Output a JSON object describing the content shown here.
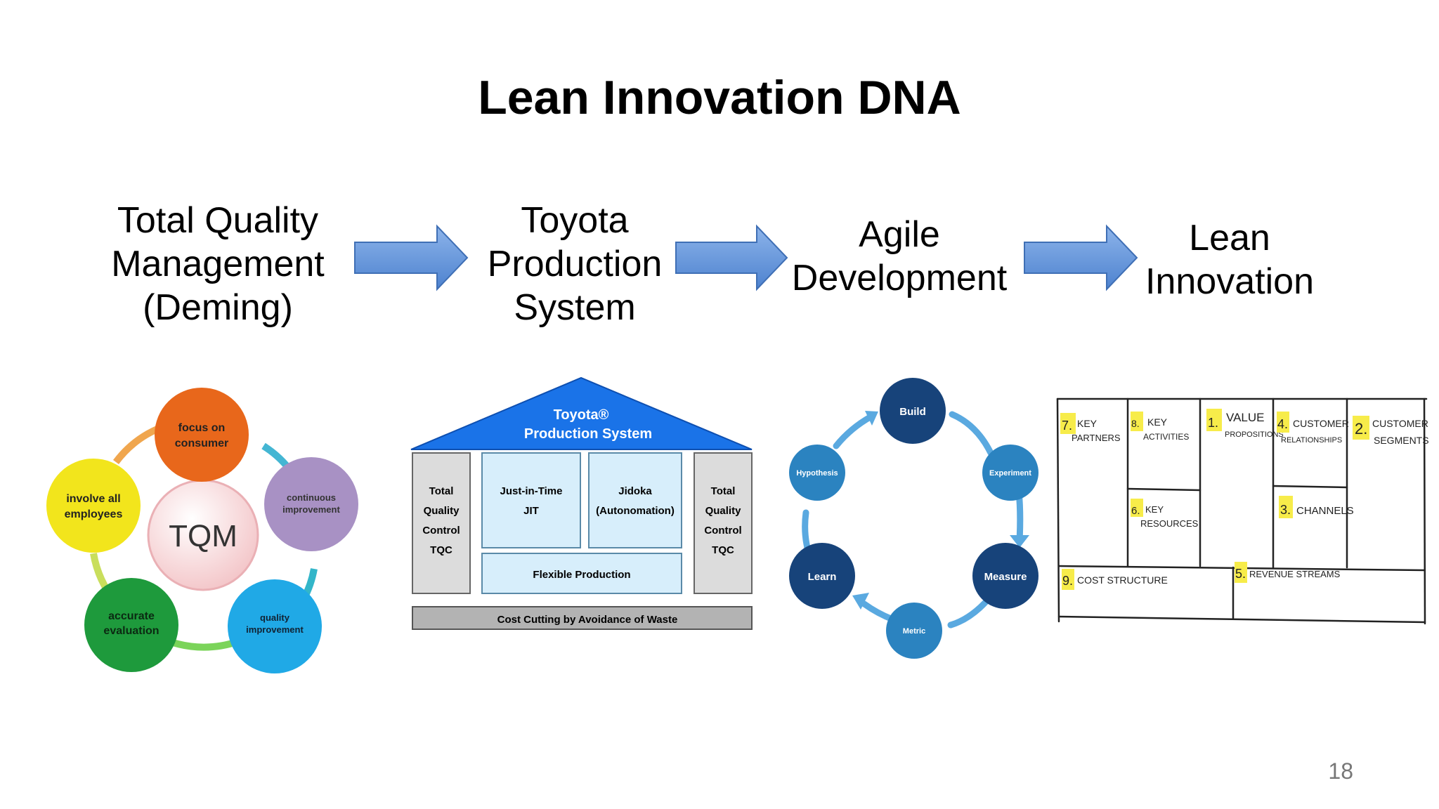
{
  "slide": {
    "title": "Lean Innovation DNA",
    "page_number": "18"
  },
  "stages": [
    {
      "lines": [
        "Total Quality",
        "Management",
        "(Deming)"
      ]
    },
    {
      "lines": [
        "Toyota",
        "Production",
        "System"
      ]
    },
    {
      "lines": [
        "Agile",
        "Development"
      ]
    },
    {
      "lines": [
        "Lean",
        "Innovation"
      ]
    }
  ],
  "tqm": {
    "center": "TQM",
    "nodes": [
      {
        "lines": [
          "focus on",
          "consumer"
        ],
        "color": "#e8671b"
      },
      {
        "lines": [
          "continuous",
          "improvement"
        ],
        "color": "#a891c4"
      },
      {
        "lines": [
          "quality",
          "improvement"
        ],
        "color": "#20a9e6"
      },
      {
        "lines": [
          "accurate",
          "evaluation"
        ],
        "color": "#1e9a3c"
      },
      {
        "lines": [
          "involve all",
          "employees"
        ],
        "color": "#f2e51c"
      }
    ]
  },
  "tps": {
    "roof": [
      "Toyota®",
      "Production System"
    ],
    "left_pillar": [
      "Total",
      "Quality",
      "Control",
      "TQC"
    ],
    "right_pillar": [
      "Total",
      "Quality",
      "Control",
      "TQC"
    ],
    "jit": [
      "Just-in-Time",
      "JIT"
    ],
    "jidoka": [
      "Jidoka",
      "(Autonomation)"
    ],
    "flexible": "Flexible Production",
    "base": "Cost Cutting by Avoidance of Waste",
    "roof_color": "#1a73e8"
  },
  "agile": {
    "nodes": [
      "Build",
      "Experiment",
      "Measure",
      "Metric",
      "Learn",
      "Hypothesis"
    ],
    "dark_color": "#17437a",
    "light_color": "#2b83c0"
  },
  "canvas": {
    "cells": [
      {
        "num": "7.",
        "lines": [
          "KEY",
          "PARTNERS"
        ]
      },
      {
        "num": "8.",
        "lines": [
          "KEY",
          "ACTIVITIES"
        ]
      },
      {
        "num": "1.",
        "lines": [
          "VALUE",
          "PROPOSITIONS"
        ]
      },
      {
        "num": "4.",
        "lines": [
          "CUSTOMER",
          "RELATIONSHIPS"
        ]
      },
      {
        "num": "2.",
        "lines": [
          "CUSTOMER",
          "SEGMENTS"
        ]
      },
      {
        "num": "6.",
        "lines": [
          "KEY",
          "RESOURCES"
        ]
      },
      {
        "num": "3.",
        "lines": [
          "CHANNELS"
        ]
      },
      {
        "num": "9.",
        "lines": [
          "COST STRUCTURE"
        ]
      },
      {
        "num": "5.",
        "lines": [
          "REVENUE STREAMS"
        ]
      }
    ],
    "highlight_color": "#f7ec4a"
  },
  "colors": {
    "arrow_fill": "#5a8fd6",
    "arrow_stroke": "#3f6fb5"
  }
}
